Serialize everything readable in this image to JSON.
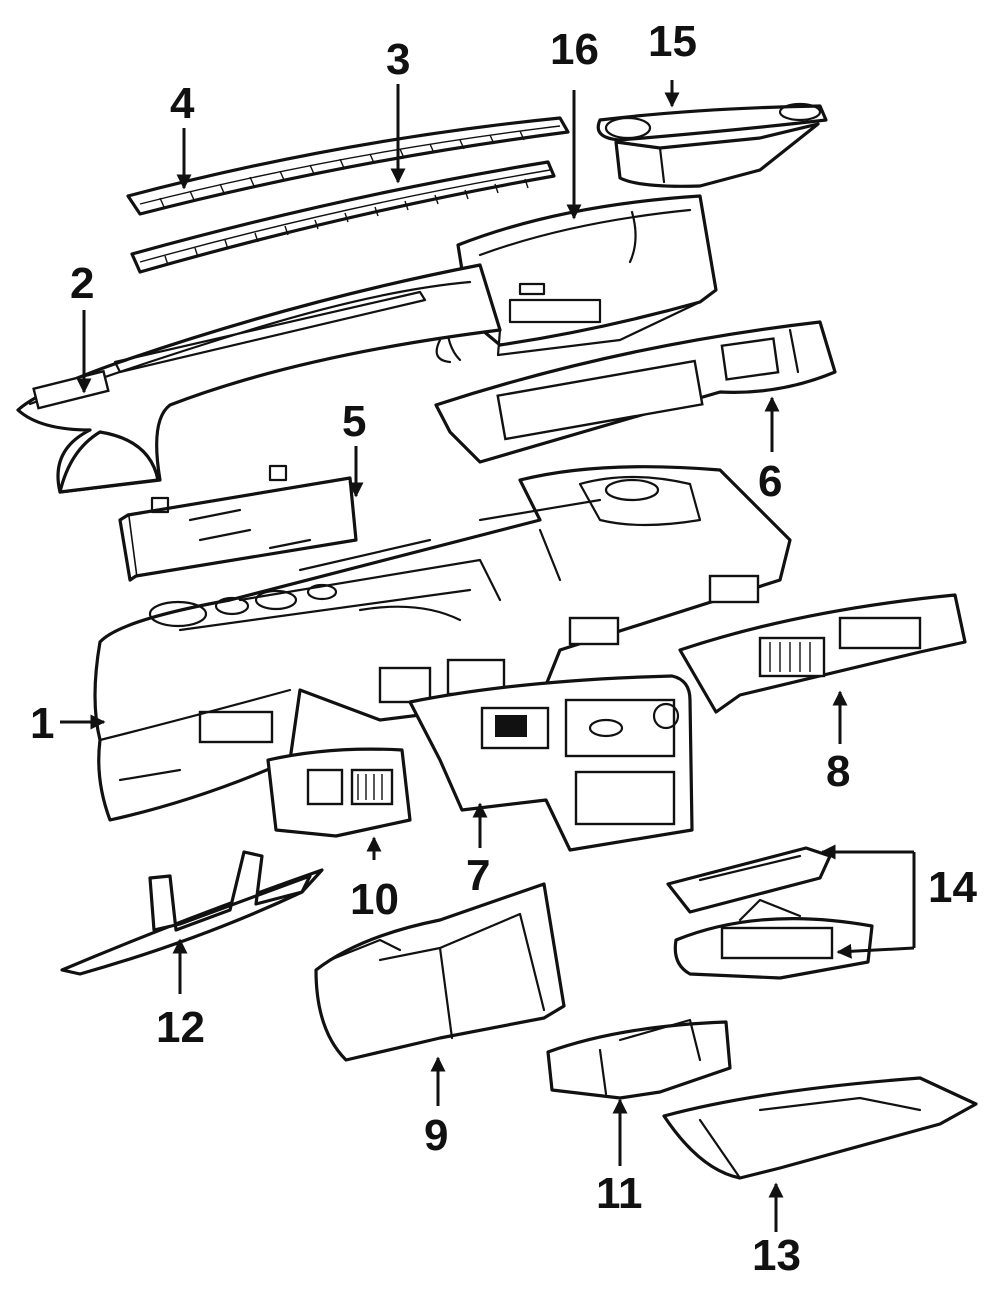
{
  "callouts": [
    {
      "id": "1",
      "label": "1"
    },
    {
      "id": "2",
      "label": "2"
    },
    {
      "id": "3",
      "label": "3"
    },
    {
      "id": "4",
      "label": "4"
    },
    {
      "id": "5",
      "label": "5"
    },
    {
      "id": "6",
      "label": "6"
    },
    {
      "id": "7",
      "label": "7"
    },
    {
      "id": "8",
      "label": "8"
    },
    {
      "id": "9",
      "label": "9"
    },
    {
      "id": "10",
      "label": "10"
    },
    {
      "id": "11",
      "label": "11"
    },
    {
      "id": "12",
      "label": "12"
    },
    {
      "id": "13",
      "label": "13"
    },
    {
      "id": "14",
      "label": "14"
    },
    {
      "id": "15",
      "label": "15"
    },
    {
      "id": "16",
      "label": "16"
    }
  ],
  "colors": {
    "line": "#111111",
    "background": "#ffffff"
  }
}
